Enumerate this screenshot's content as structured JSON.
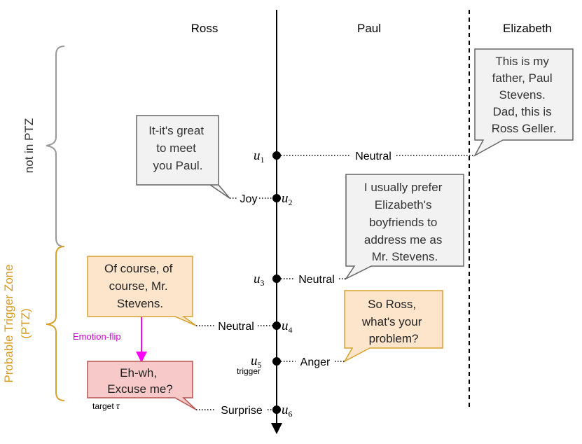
{
  "speakers": {
    "ross": "Ross",
    "paul": "Paul",
    "elizabeth": "Elizabeth"
  },
  "zones": {
    "not_ptz": "not in PTZ",
    "ptz_line1": "Probable Trigger Zone",
    "ptz_line2": "(PTZ)"
  },
  "colors": {
    "gray_fill": "#f2f2f2",
    "gray_stroke": "#666666",
    "orange_fill": "#fde5cc",
    "orange_stroke": "#d6a22e",
    "red_fill": "#f7c9c9",
    "red_stroke": "#b85450",
    "ptz_text": "#d69a1e",
    "flip_color": "#ff00ff"
  },
  "utterances": {
    "u1": {
      "var": "u",
      "sub": "1",
      "emotion": "Neutral",
      "lines": [
        "This is my",
        "father, Paul",
        "Stevens.",
        "Dad, this is",
        "Ross Geller."
      ]
    },
    "u2": {
      "var": "u",
      "sub": "2",
      "emotion": "Joy",
      "lines": [
        "It-it's great",
        "to meet",
        "you Paul."
      ]
    },
    "u3": {
      "var": "u",
      "sub": "3",
      "emotion": "Neutral",
      "lines": [
        "I usually prefer",
        "Elizabeth's",
        "boyfriends to",
        "address me as",
        "Mr. Stevens."
      ]
    },
    "u4": {
      "var": "u",
      "sub": "4",
      "emotion": "Neutral",
      "lines": [
        "Of course, of",
        "course, Mr.",
        "Stevens."
      ]
    },
    "u5": {
      "var": "u",
      "sub": "5",
      "emotion": "Anger",
      "tag": "trigger",
      "lines": [
        "So Ross,",
        "what's your",
        "problem?"
      ]
    },
    "u6": {
      "var": "u",
      "sub": "6",
      "emotion": "Surprise",
      "lines": [
        "Eh-wh,",
        "Excuse me?"
      ]
    }
  },
  "annotations": {
    "emotion_flip": "Emotion-flip",
    "target": "target",
    "target_symbol": "τ"
  }
}
